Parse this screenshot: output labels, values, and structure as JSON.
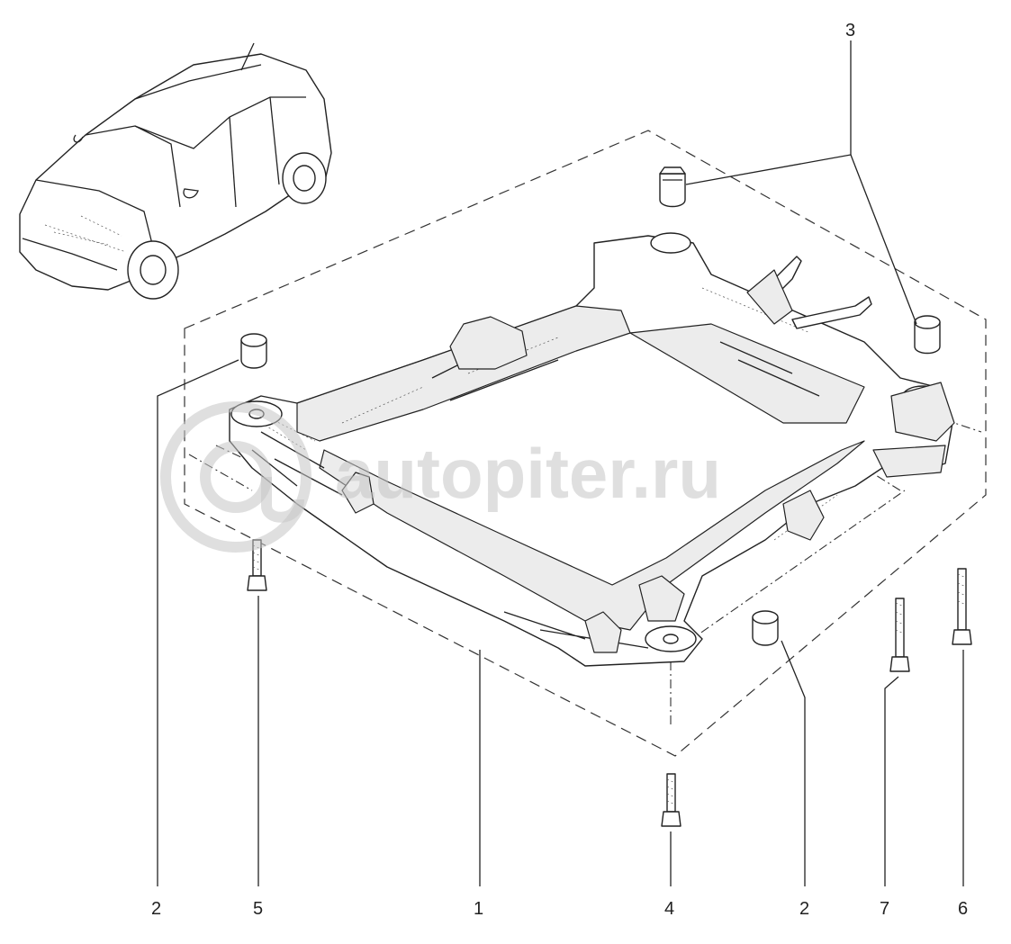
{
  "callouts": {
    "label_1": "1",
    "label_2_left": "2",
    "label_2_right": "2",
    "label_3": "3",
    "label_4": "4",
    "label_5": "5",
    "label_6": "6",
    "label_7": "7"
  },
  "watermark": {
    "text": "autopiter.ru"
  },
  "icons": {
    "watermark_logo": "at-sign-logo",
    "vehicle_thumbnail": "car-locator-icon"
  }
}
